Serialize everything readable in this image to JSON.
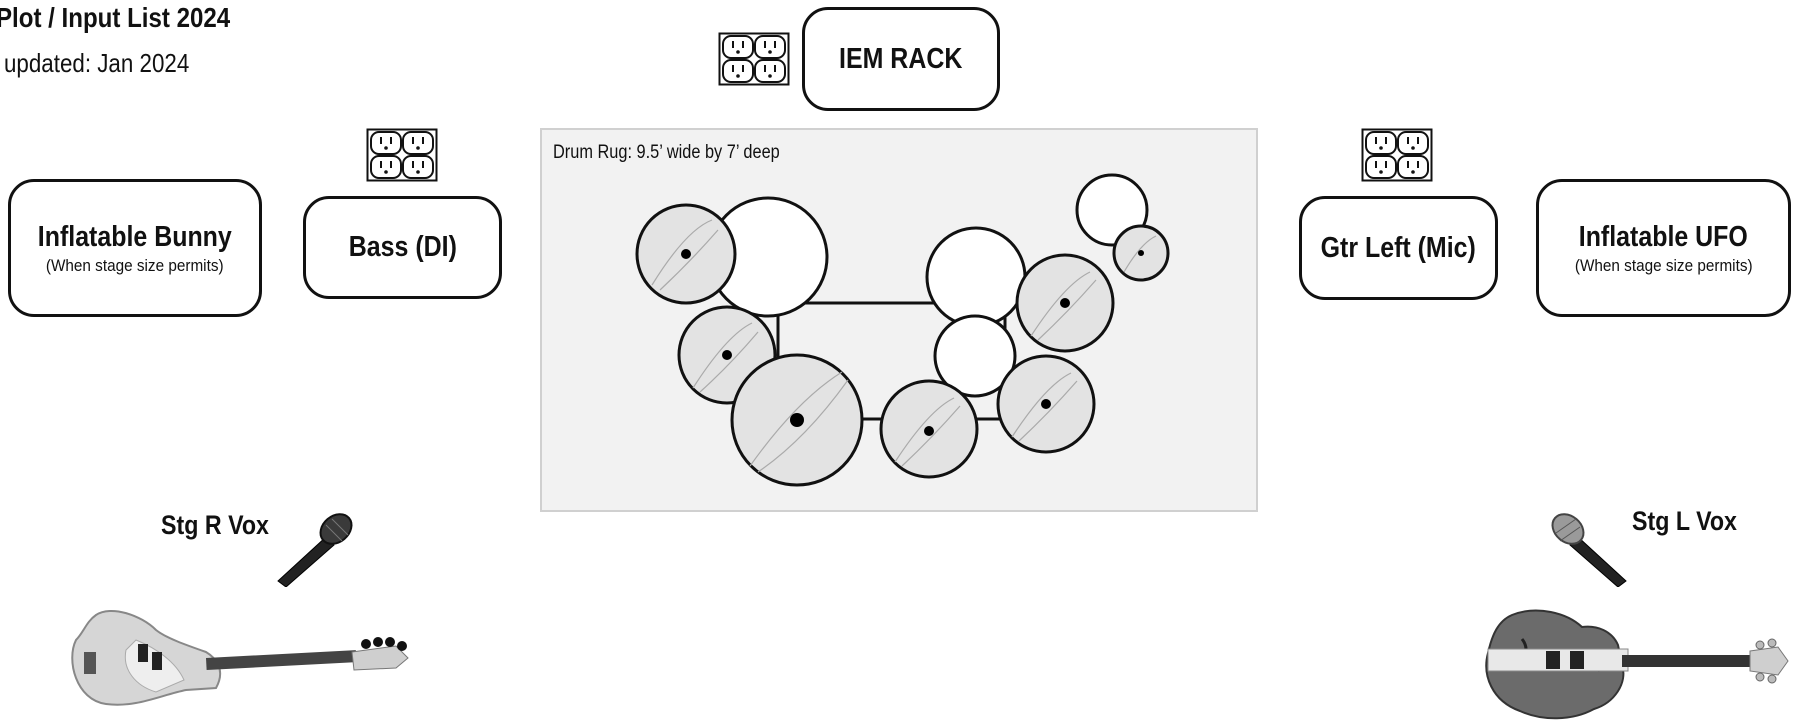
{
  "header": {
    "title": "Plot / Input List 2024",
    "updated": "updated: Jan 2024"
  },
  "boxes": {
    "iem_rack": "IEM RACK",
    "bunny": "Inflatable Bunny",
    "bunny_note": "(When stage size permits)",
    "bass": "Bass (DI)",
    "gtr_left": "Gtr Left (Mic)",
    "ufo": "Inflatable UFO",
    "ufo_note": "(When stage size permits)"
  },
  "drum_rug": {
    "label": "Drum Rug: 9.5’ wide by 7’ deep"
  },
  "vocals": {
    "stage_right": "Stg R Vox",
    "stage_left": "Stg L Vox"
  },
  "icons": [
    "power-outlet-icon",
    "microphone-icon",
    "bass-guitar-icon",
    "electric-guitar-icon",
    "drum-kit"
  ]
}
